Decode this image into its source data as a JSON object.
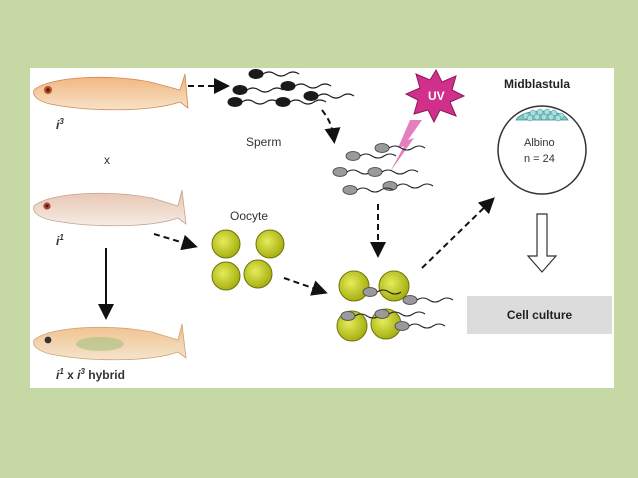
{
  "labels": {
    "fish_i3": "i",
    "fish_i3_sup": "3",
    "cross": "x",
    "fish_i1": "i",
    "fish_i1_sup": "1",
    "hybrid_a": "i",
    "hybrid_a_sup": "1",
    "hybrid_x": " x ",
    "hybrid_b": "i",
    "hybrid_b_sup": "3",
    "hybrid_word": " hybrid",
    "sperm": "Sperm",
    "oocyte": "Oocyte",
    "uv": "UV",
    "midblastula": "Midblastula",
    "albino": "Albino",
    "n_count": "n = 24",
    "cell_culture": "Cell culture"
  },
  "colors": {
    "background": "#c6d9a4",
    "panel": "#ffffff",
    "egg_yellow": "#c9d41a",
    "uv_burst": "#d0308a",
    "sperm_dark": "#1a1a1a",
    "sperm_gray": "#9a9a9a",
    "fish_orange": "#e9a06a",
    "cell_culture_box": "#dcdcdc"
  }
}
